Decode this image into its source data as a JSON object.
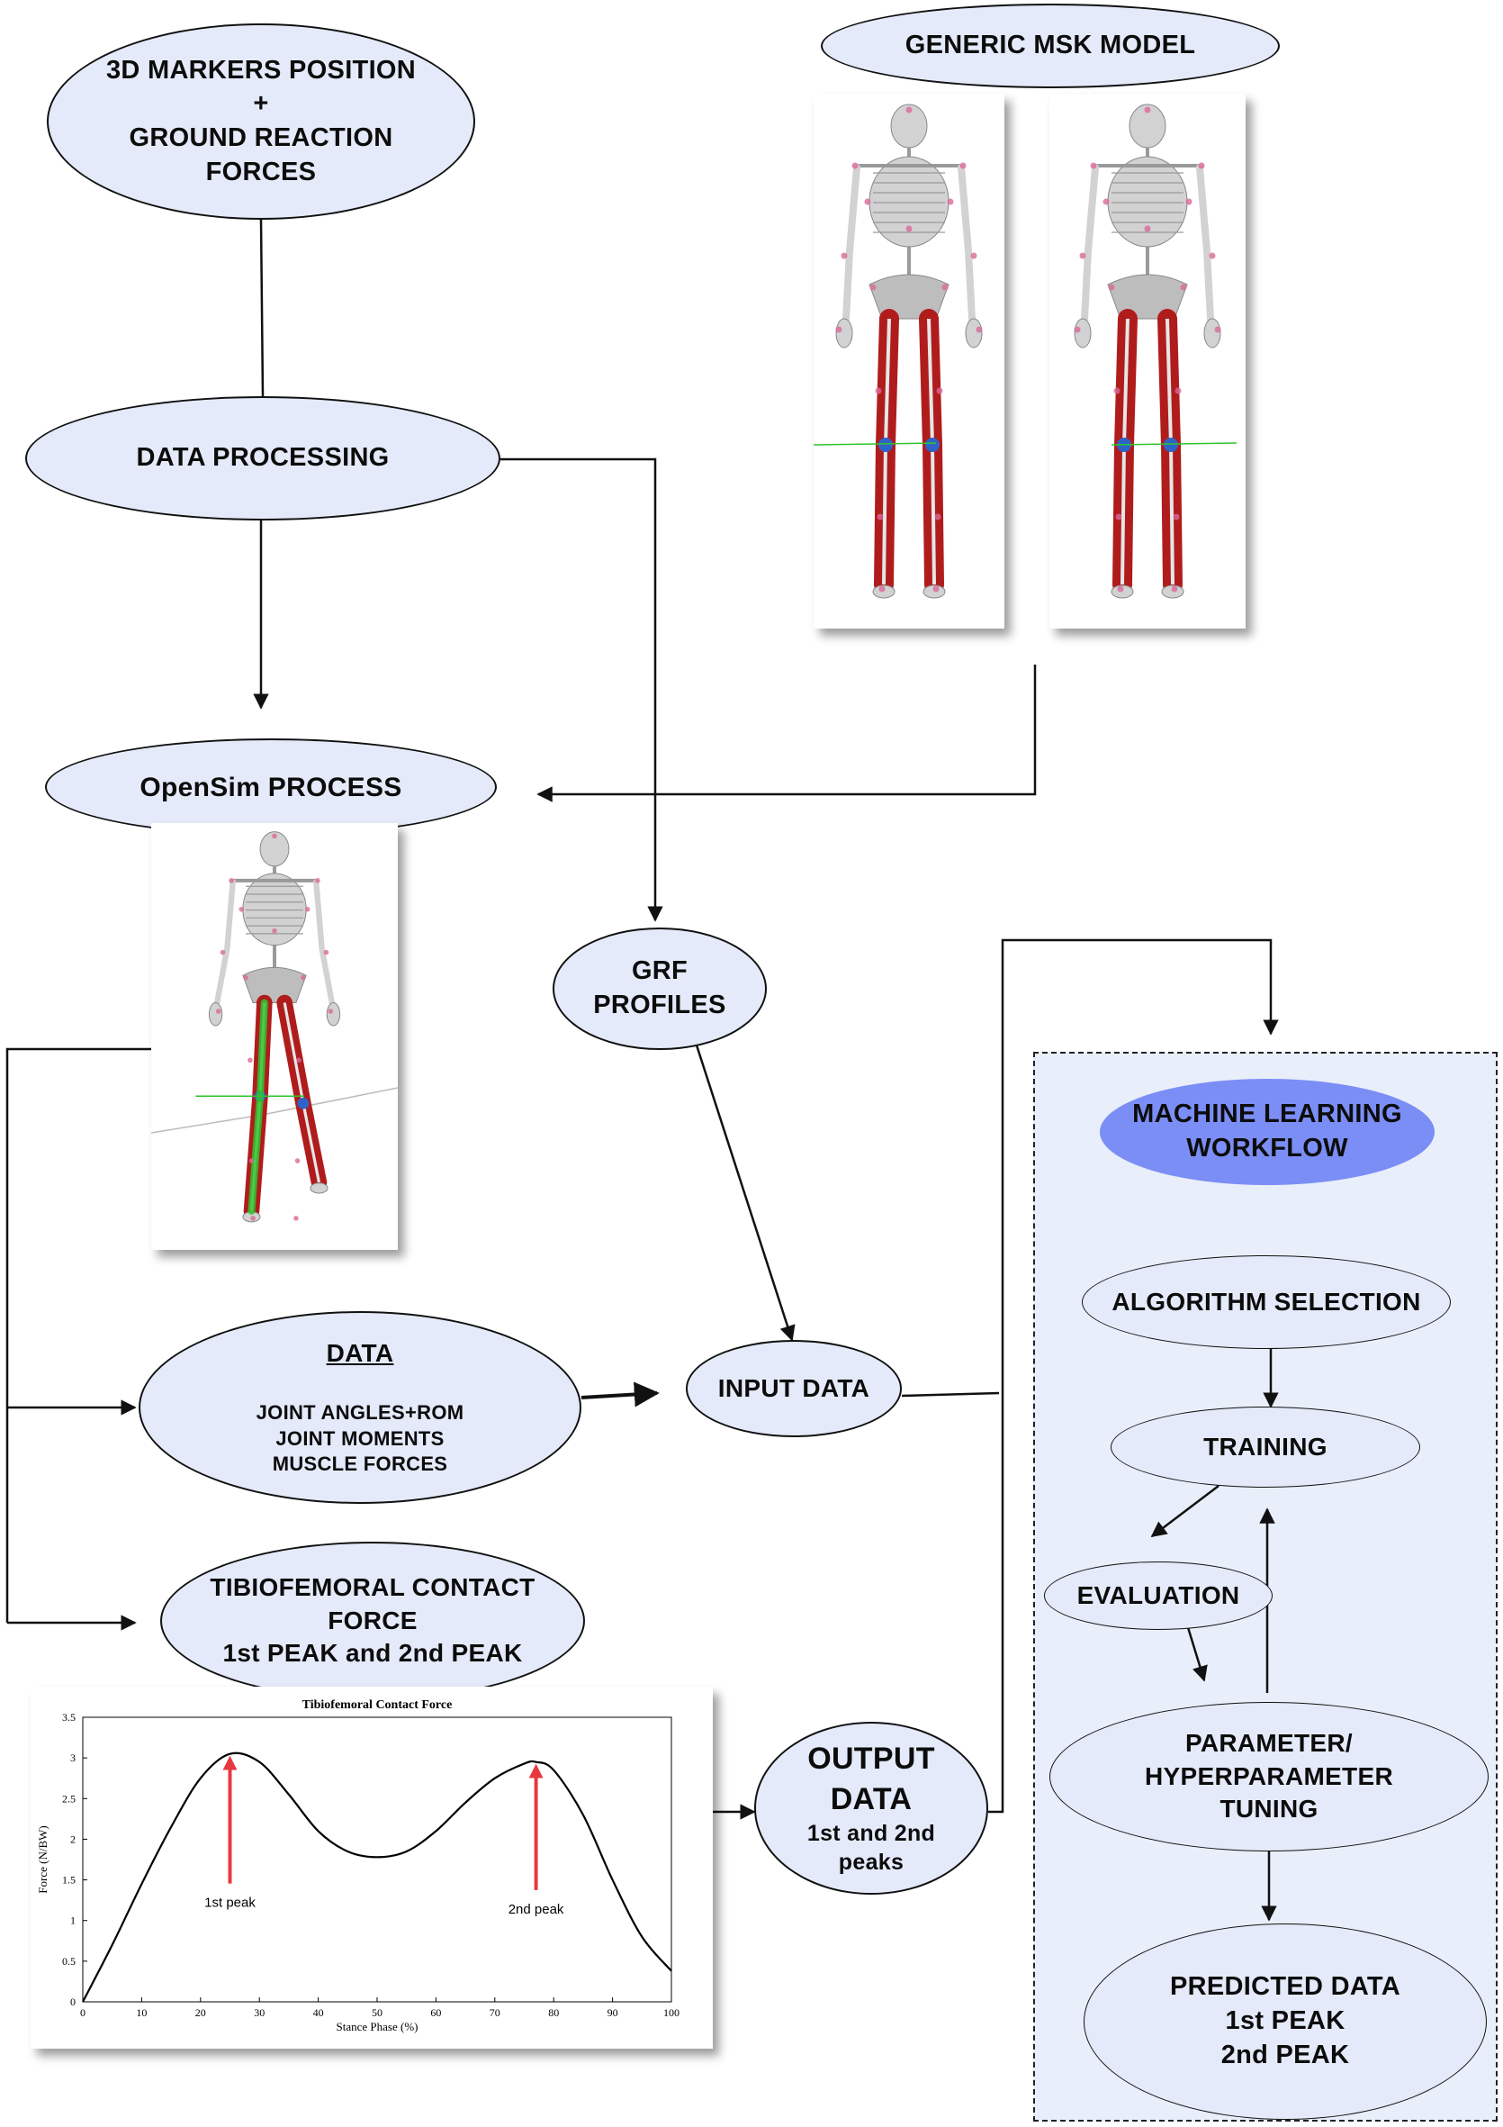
{
  "nodes": {
    "markers": {
      "l1": "3D MARKERS POSITION",
      "l2": "+",
      "l3": "GROUND REACTION",
      "l4": "FORCES"
    },
    "msk": {
      "l1": "GENERIC MSK MODEL"
    },
    "processing": {
      "l1": "DATA PROCESSING"
    },
    "opensim": {
      "l1": "OpenSim PROCESS"
    },
    "grf": {
      "l1": "GRF",
      "l2": "PROFILES"
    },
    "data": {
      "title": "DATA",
      "l1": "JOINT ANGLES+ROM",
      "l2": "JOINT MOMENTS",
      "l3": "MUSCLE FORCES"
    },
    "input": {
      "l1": "INPUT DATA"
    },
    "tfcf": {
      "l1": "TIBIOFEMORAL CONTACT",
      "l2": "FORCE",
      "l3": "1st PEAK and 2nd PEAK"
    },
    "output": {
      "l1": "OUTPUT",
      "l2": "DATA",
      "l3": "1st and 2nd",
      "l4": "peaks"
    },
    "ml": {
      "l1": "MACHINE LEARNING",
      "l2": "WORKFLOW"
    },
    "algo": {
      "l1": "ALGORITHM SELECTION"
    },
    "training": {
      "l1": "TRAINING"
    },
    "evaluation": {
      "l1": "EVALUATION"
    },
    "tuning": {
      "l1": "PARAMETER/",
      "l2": "HYPERPARAMETER",
      "l3": "TUNING"
    },
    "predicted": {
      "l1": "PREDICTED DATA",
      "l2": "1st PEAK",
      "l3": "2nd PEAK"
    }
  },
  "colors": {
    "node_fill": "#e4eaf9",
    "ml_fill": "#7b8ef5",
    "muscle": "#b01c1c",
    "bone": "#d2d2d2",
    "knee": "#2e64c8",
    "green": "#2fc42f",
    "arrow": "#e8383f"
  },
  "chart_data": {
    "type": "line",
    "title": "Tibiofemoral Contact Force",
    "xlabel": "Stance Phase (%)",
    "ylabel": "Force (N/BW)",
    "xlim": [
      0,
      100
    ],
    "ylim": [
      0,
      3.5
    ],
    "xticks": [
      0,
      10,
      20,
      30,
      40,
      50,
      60,
      70,
      80,
      90,
      100
    ],
    "yticks": [
      0,
      0.5,
      1,
      1.5,
      2,
      2.5,
      3,
      3.5
    ],
    "series": [
      {
        "x": [
          0,
          5,
          10,
          15,
          20,
          25,
          30,
          35,
          40,
          45,
          50,
          55,
          60,
          65,
          70,
          75,
          77,
          80,
          85,
          90,
          95,
          100
        ],
        "y": [
          0,
          0.7,
          1.45,
          2.15,
          2.75,
          3.05,
          2.95,
          2.55,
          2.1,
          1.85,
          1.78,
          1.85,
          2.1,
          2.45,
          2.75,
          2.93,
          2.95,
          2.85,
          2.3,
          1.5,
          0.8,
          0.38
        ]
      }
    ],
    "annotations": [
      {
        "text": "1st peak",
        "x": 25,
        "y": 3.05,
        "label_x": 25,
        "label_y": 1.3
      },
      {
        "text": "2nd peak",
        "x": 77,
        "y": 2.95,
        "label_x": 77,
        "label_y": 1.22
      }
    ]
  }
}
